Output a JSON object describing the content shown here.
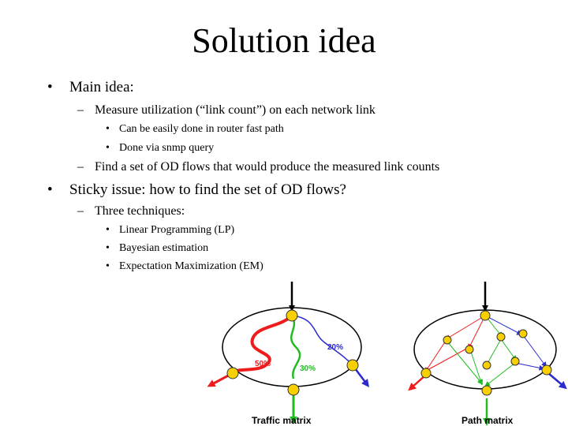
{
  "slide": {
    "title": "Solution idea",
    "bullets": {
      "main_idea": "Main idea:",
      "measure": "Measure utilization (“link count”) on each network link",
      "fast_path": "Can be easily done in router fast path",
      "snmp": "Done via snmp query",
      "find_set": "Find a set of OD flows that would produce the measured link counts",
      "sticky": "Sticky issue: how to find the set of OD flows?",
      "three": "Three techniques:",
      "lp": "Linear Programming (LP)",
      "bayes": "Bayesian estimation",
      "em": "Expectation Maximization (EM)"
    },
    "markers": {
      "level1": "•",
      "level2": "–",
      "level3": "•"
    }
  },
  "diagram": {
    "traffic_matrix": {
      "label": "Traffic matrix",
      "pct_blue": "20%",
      "pct_red": "50%",
      "pct_green": "30%"
    },
    "path_matrix": {
      "label": "Path matrix"
    },
    "colors": {
      "red": "#ee1c1c",
      "blue": "#2a2ad0",
      "green": "#22bb22",
      "node": "#f8d000",
      "arrow": "#000000"
    }
  }
}
